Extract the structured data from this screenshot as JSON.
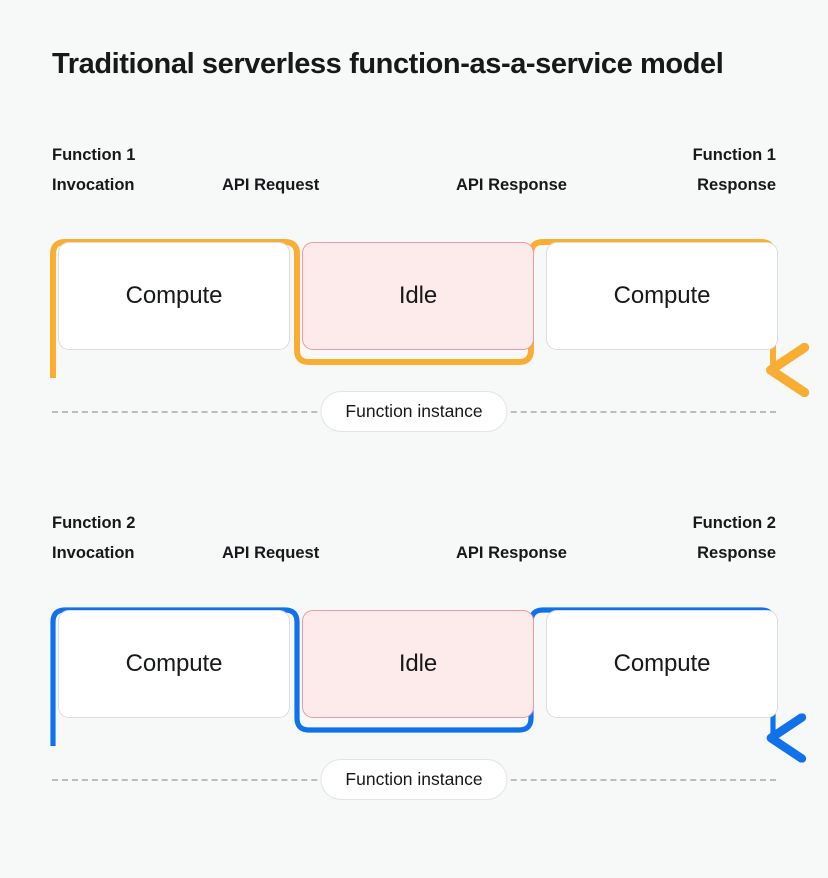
{
  "page": {
    "title": "Traditional serverless function-as-a-service model",
    "background_color": "#f7f8f8"
  },
  "colors": {
    "accent_row_1": "#f9ad33",
    "accent_row_2": "#1072eb",
    "idle_fill": "#fdebec",
    "idle_border": "#ef9aa0",
    "compute_fill": "#ffffff",
    "compute_border": "#dcdddf",
    "divider_dash": "#b9bcc0",
    "text": "#17181a"
  },
  "rows": [
    {
      "id": "function-1",
      "accent": "#f9ad33",
      "labels": {
        "invocation": "Function 1\nInvocation",
        "api_request": "API Request",
        "api_response": "API Response",
        "response": "Function 1\nResponse"
      },
      "boxes": [
        {
          "label": "Compute",
          "state": "compute"
        },
        {
          "label": "Idle",
          "state": "idle"
        },
        {
          "label": "Compute",
          "state": "compute"
        }
      ],
      "instance_label": "Function instance"
    },
    {
      "id": "function-2",
      "accent": "#1072eb",
      "labels": {
        "invocation": "Function 2\nInvocation",
        "api_request": "API Request",
        "api_response": "API Response",
        "response": "Function 2\nResponse"
      },
      "boxes": [
        {
          "label": "Compute",
          "state": "compute"
        },
        {
          "label": "Idle",
          "state": "idle"
        },
        {
          "label": "Compute",
          "state": "compute"
        }
      ],
      "instance_label": "Function instance"
    }
  ]
}
